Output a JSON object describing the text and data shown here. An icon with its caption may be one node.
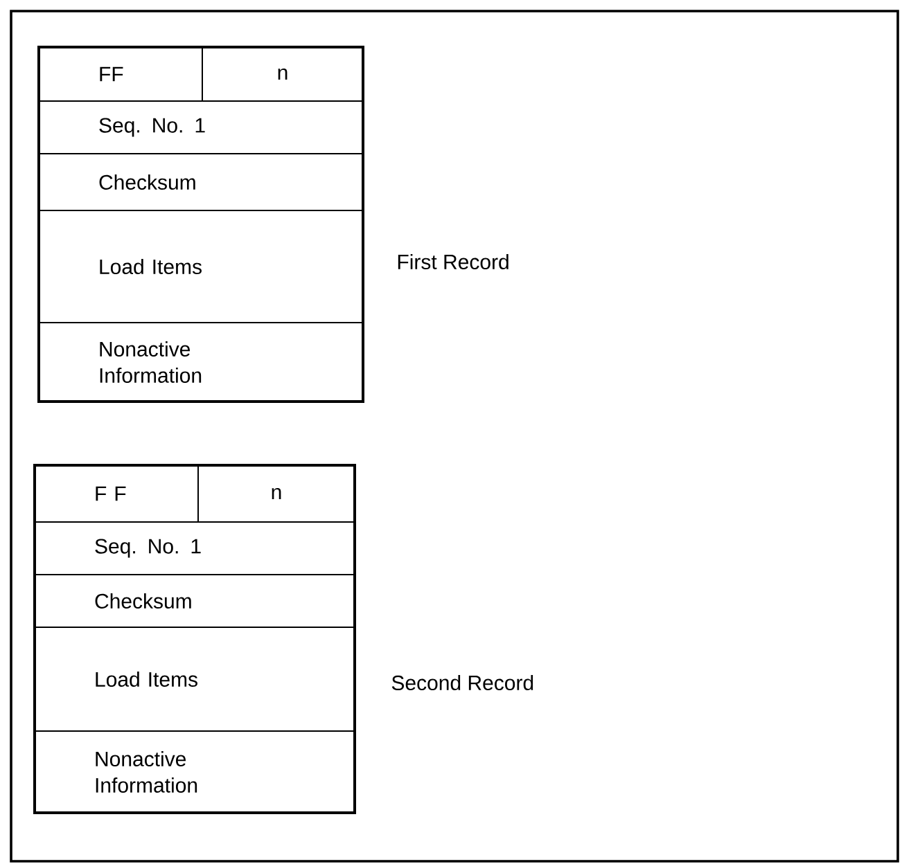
{
  "diagram": {
    "nodes": [
      {
        "text": [],
        "shape": "box",
        "beside": [
          "First Record"
        ]
      },
      {
        "text": [
          "FF"
        ],
        "in": 0
      },
      {
        "text": [
          "n"
        ],
        "in": 0
      },
      {
        "text": [
          "Seq. No. 1"
        ],
        "in": 0
      },
      {
        "text": [
          "Checksum"
        ],
        "in": 0
      },
      {
        "text": [
          "Load Items"
        ],
        "in": 0
      },
      {
        "text": [
          "Nonactive Information"
        ],
        "in": 0
      },
      {
        "text": [],
        "shape": "box",
        "beside": [
          "Second Record"
        ]
      },
      {
        "text": [
          "F F"
        ],
        "in": 7
      },
      {
        "text": [
          "n"
        ],
        "in": 7
      },
      {
        "text": [
          "Seq. No. 1"
        ],
        "in": 7
      },
      {
        "text": [
          "Checksum"
        ],
        "in": 7
      },
      {
        "text": [
          "Load Items"
        ],
        "in": 7
      },
      {
        "text": [
          "Nonactive Information"
        ],
        "in": 7
      }
    ]
  }
}
